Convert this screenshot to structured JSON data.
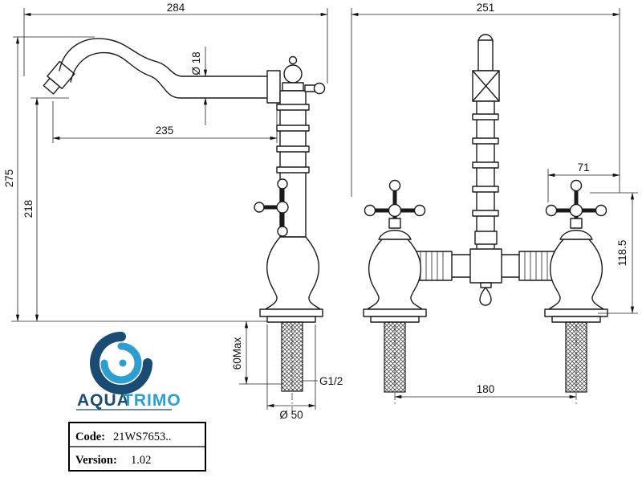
{
  "side_view": {
    "dims": {
      "overall_width": "284",
      "spout_reach": "235",
      "spout_diameter": "Ø 18",
      "overall_height": "275",
      "spout_height": "218",
      "deck_thickness_max": "60Max",
      "thread_size": "G1/2",
      "base_diameter": "Ø 50"
    }
  },
  "front_view": {
    "dims": {
      "overall_width": "251",
      "handle_offset": "71",
      "body_height": "118.5",
      "hole_centres": "180"
    }
  },
  "branding": {
    "name_primary": "AQUA",
    "name_secondary": "TRIMO",
    "color_primary": "#1b4a73",
    "color_secondary": "#2d9ecf"
  },
  "title_block": {
    "code_label": "Code:",
    "code_value": "21WS7653..",
    "version_label": "Version:",
    "version_value": "1.02"
  }
}
